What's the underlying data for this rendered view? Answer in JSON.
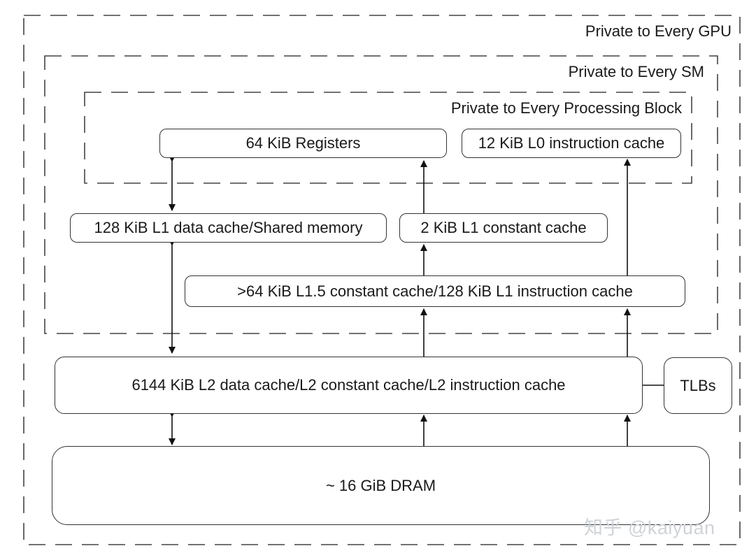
{
  "regions": {
    "gpu": "Private to Every GPU",
    "sm": "Private to Every SM",
    "processing_block": "Private to Every Processing Block"
  },
  "boxes": {
    "registers": "64 KiB Registers",
    "l0_instruction_cache": "12 KiB L0 instruction cache",
    "l1_data_cache": "128 KiB L1 data cache/Shared memory",
    "l1_constant_cache": "2 KiB L1 constant cache",
    "l15_constant_cache": ">64 KiB L1.5 constant cache/128 KiB L1 instruction cache",
    "l2_cache": "6144 KiB L2 data cache/L2 constant cache/L2 instruction cache",
    "tlbs": "TLBs",
    "dram": "~ 16 GiB DRAM"
  },
  "watermark": "知乎 @kaiyuan"
}
